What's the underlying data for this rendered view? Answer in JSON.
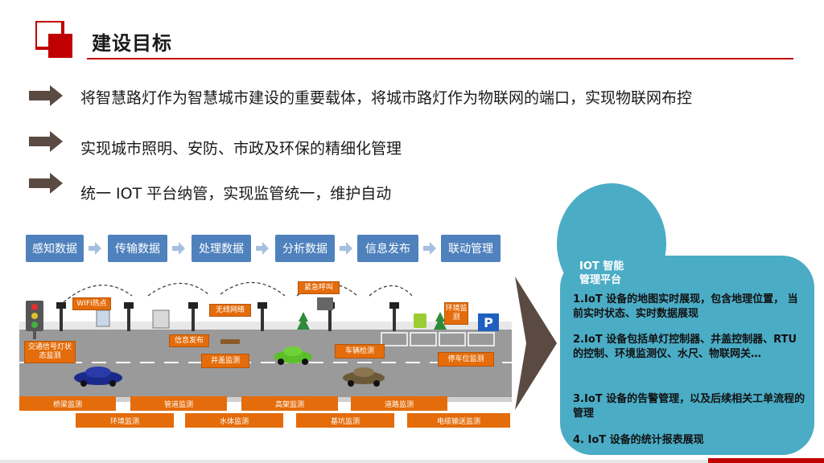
{
  "header": {
    "title": "建设目标"
  },
  "bullets": [
    {
      "text": "将智慧路灯作为智慧城市建设的重要载体，将城市路灯作为物联网的端口，实现物联网布控"
    },
    {
      "text": "实现城市照明、安防、市政及环保的精细化管理"
    },
    {
      "text": "统一 IOT 平台纳管，实现监管统一，维护自动"
    }
  ],
  "flow": {
    "steps": [
      "感知数据",
      "传输数据",
      "处理数据",
      "分析数据",
      "信息发布",
      "联动管理"
    ]
  },
  "scene": {
    "tags": {
      "wifi": "WIFI热点",
      "traffic_signal": "交通信号灯状态监测",
      "info_release": "信息发布",
      "wireless": "无线网络",
      "manhole": "井盖监测",
      "emergency": "紧急呼叫",
      "vehicle": "车辆检测",
      "environment": "环境监测",
      "parking": "停车位监测"
    },
    "bottom_tags_row1": [
      "桥梁监测",
      "管道监测",
      "高架监测",
      "道路监测"
    ],
    "bottom_tags_row2": [
      "环境监测",
      "水体监测",
      "基坑监测",
      "电缆输送监测"
    ]
  },
  "panel": {
    "title_line1": "IOT 智能",
    "title_line2": "管理平台",
    "items": [
      "1.IoT 设备的地图实时展现，包含地理位置， 当前实时状态、实时数据展现",
      "2.IoT 设备包括单灯控制器、井盖控制器、RTU 的控制、环境监测仪、水尺、物联网关…",
      "3.IoT 设备的告警管理，以及后续相关工单流程的管理",
      "4.    IoT 设备的统计报表展现"
    ]
  },
  "colors": {
    "accent_red": "#c00000",
    "flow_blue": "#4f81bd",
    "tag_orange": "#e46c0a",
    "panel_teal": "#4bacc6",
    "arrow_brown": "#5a4a42"
  }
}
